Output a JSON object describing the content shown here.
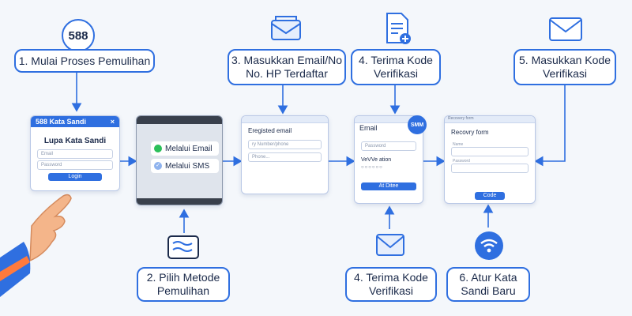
{
  "badge": "588",
  "steps": {
    "s1": "1. Mulai Proses Pemulihan",
    "s2_line1": "2. Pilih Metode",
    "s2_line2": "Pemulihan",
    "s3_line1": "3. Masukkan Email/No",
    "s3_line2": "No. HP Terdaftar",
    "s4top_line1": "4. Terima Kode",
    "s4top_line2": "Verifikasi",
    "s4bot_line1": "4. Terima Kode",
    "s4bot_line2": "Verifikasi",
    "s5_line1": "5. Masukkan Kode",
    "s5_line2": "Verifikasi",
    "s6_line1": "6. Atur Kata",
    "s6_line2": "Sandi Baru"
  },
  "screen1": {
    "header": "588 Kata Sandi",
    "title": "Lupa Kata Sandi",
    "field1": "Email",
    "field2": "Password",
    "button": "Login"
  },
  "screen2": {
    "option1": "Melalui Email",
    "option2": "Melalui SMS"
  },
  "screen3": {
    "title": "Eregisted email",
    "field1": "ry Number/phone",
    "field2": "Phone..."
  },
  "screen4": {
    "title": "Email",
    "badge": "SMM",
    "field1": "Password",
    "code_text": "VeVVe ation",
    "button": "At Ditee"
  },
  "screen5": {
    "header": "Recovery form",
    "title": "Recovry form",
    "field1_label": "Name",
    "field2_label": "Password",
    "button": "Code"
  },
  "colors": {
    "accent": "#2f6fe0",
    "green": "#2bbf5a",
    "dark": "#1b2a4a"
  }
}
